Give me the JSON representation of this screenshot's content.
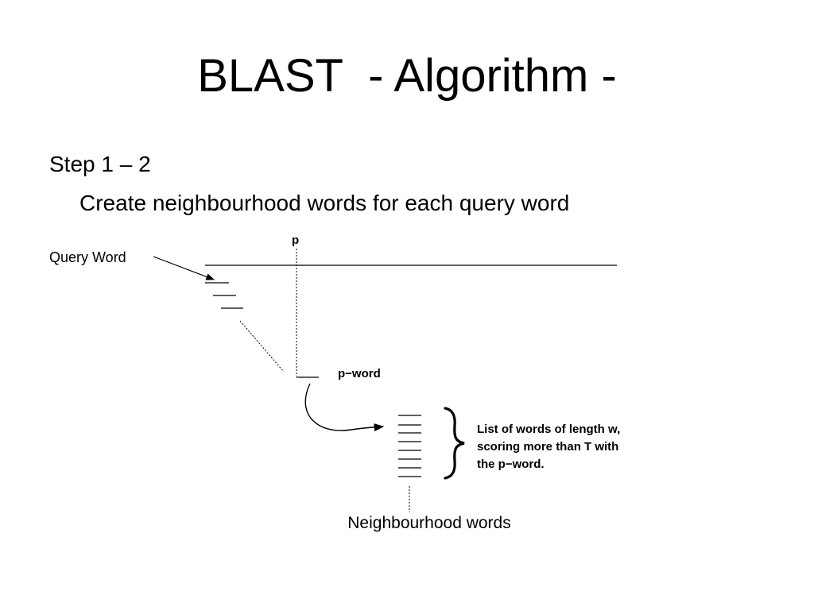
{
  "slide": {
    "title": "BLAST  - Algorithm -",
    "step_heading": "Step 1 – 2",
    "step_description": "Create neighbourhood words for each query word"
  },
  "diagram": {
    "position_label": "p",
    "query_word_label": "Query Word",
    "p_word_label": "p−word",
    "list_description": [
      "List of words of length w,",
      "scoring more than T with",
      "the p−word."
    ],
    "neighbourhood_label": "Neighbourhood words"
  }
}
